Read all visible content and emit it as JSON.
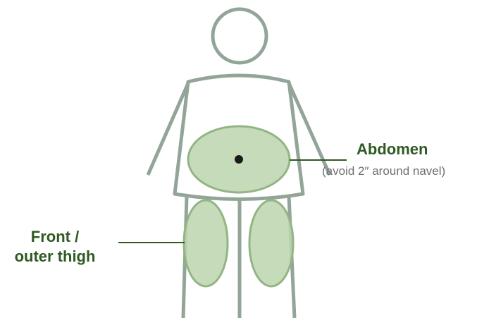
{
  "diagram": {
    "labels": {
      "abdomen": "Abdomen",
      "abdomen_note": "(avoid 2″ around navel)",
      "thigh_line1": "Front /",
      "thigh_line2": "outer thigh"
    },
    "colors": {
      "outline": "#93a598",
      "zone_fill": "#bcd5ae",
      "zone_stroke": "#93b585",
      "label_text": "#2f5a22",
      "note_text": "#6f6f6f",
      "navel": "#1a1a1a",
      "leader_line": "#2f5a22"
    }
  }
}
